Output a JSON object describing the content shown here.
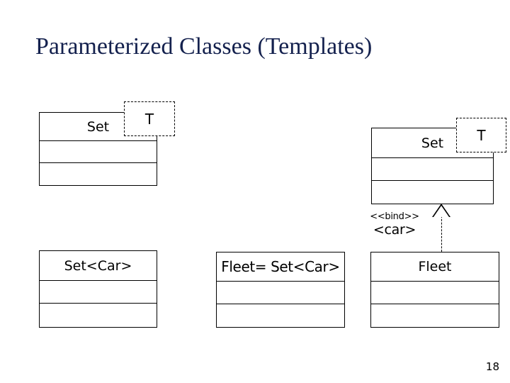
{
  "slide": {
    "title": "Parameterized Classes (Templates)",
    "page_number": "18",
    "title_color": "#14214e",
    "line_color": "#000000",
    "background": "#ffffff"
  },
  "diagram": {
    "type": "uml-class-diagram",
    "template_classes": [
      {
        "id": "set-template-left",
        "name": "Set",
        "parameter": "T",
        "parameter_box_style": "dashed",
        "compartments": [
          "name",
          "attributes",
          "operations"
        ],
        "attributes": "",
        "operations": ""
      },
      {
        "id": "set-template-right",
        "name": "Set",
        "parameter": "T",
        "parameter_box_style": "dashed",
        "compartments": [
          "name",
          "attributes",
          "operations"
        ],
        "attributes": "",
        "operations": ""
      }
    ],
    "bound_classes": [
      {
        "id": "set-car",
        "name": "Set<Car>",
        "attributes": "",
        "operations": ""
      },
      {
        "id": "fleet-equals-set-car",
        "name": "Fleet= Set<Car>",
        "attributes": "",
        "operations": ""
      },
      {
        "id": "fleet",
        "name": "Fleet",
        "attributes": "",
        "operations": ""
      }
    ],
    "dependency": {
      "stereotype": "<<bind>>",
      "argument": "<car>",
      "line_style": "dashed",
      "arrowhead": "hollow-triangle",
      "from": "fleet",
      "to": "set-template-right"
    }
  }
}
